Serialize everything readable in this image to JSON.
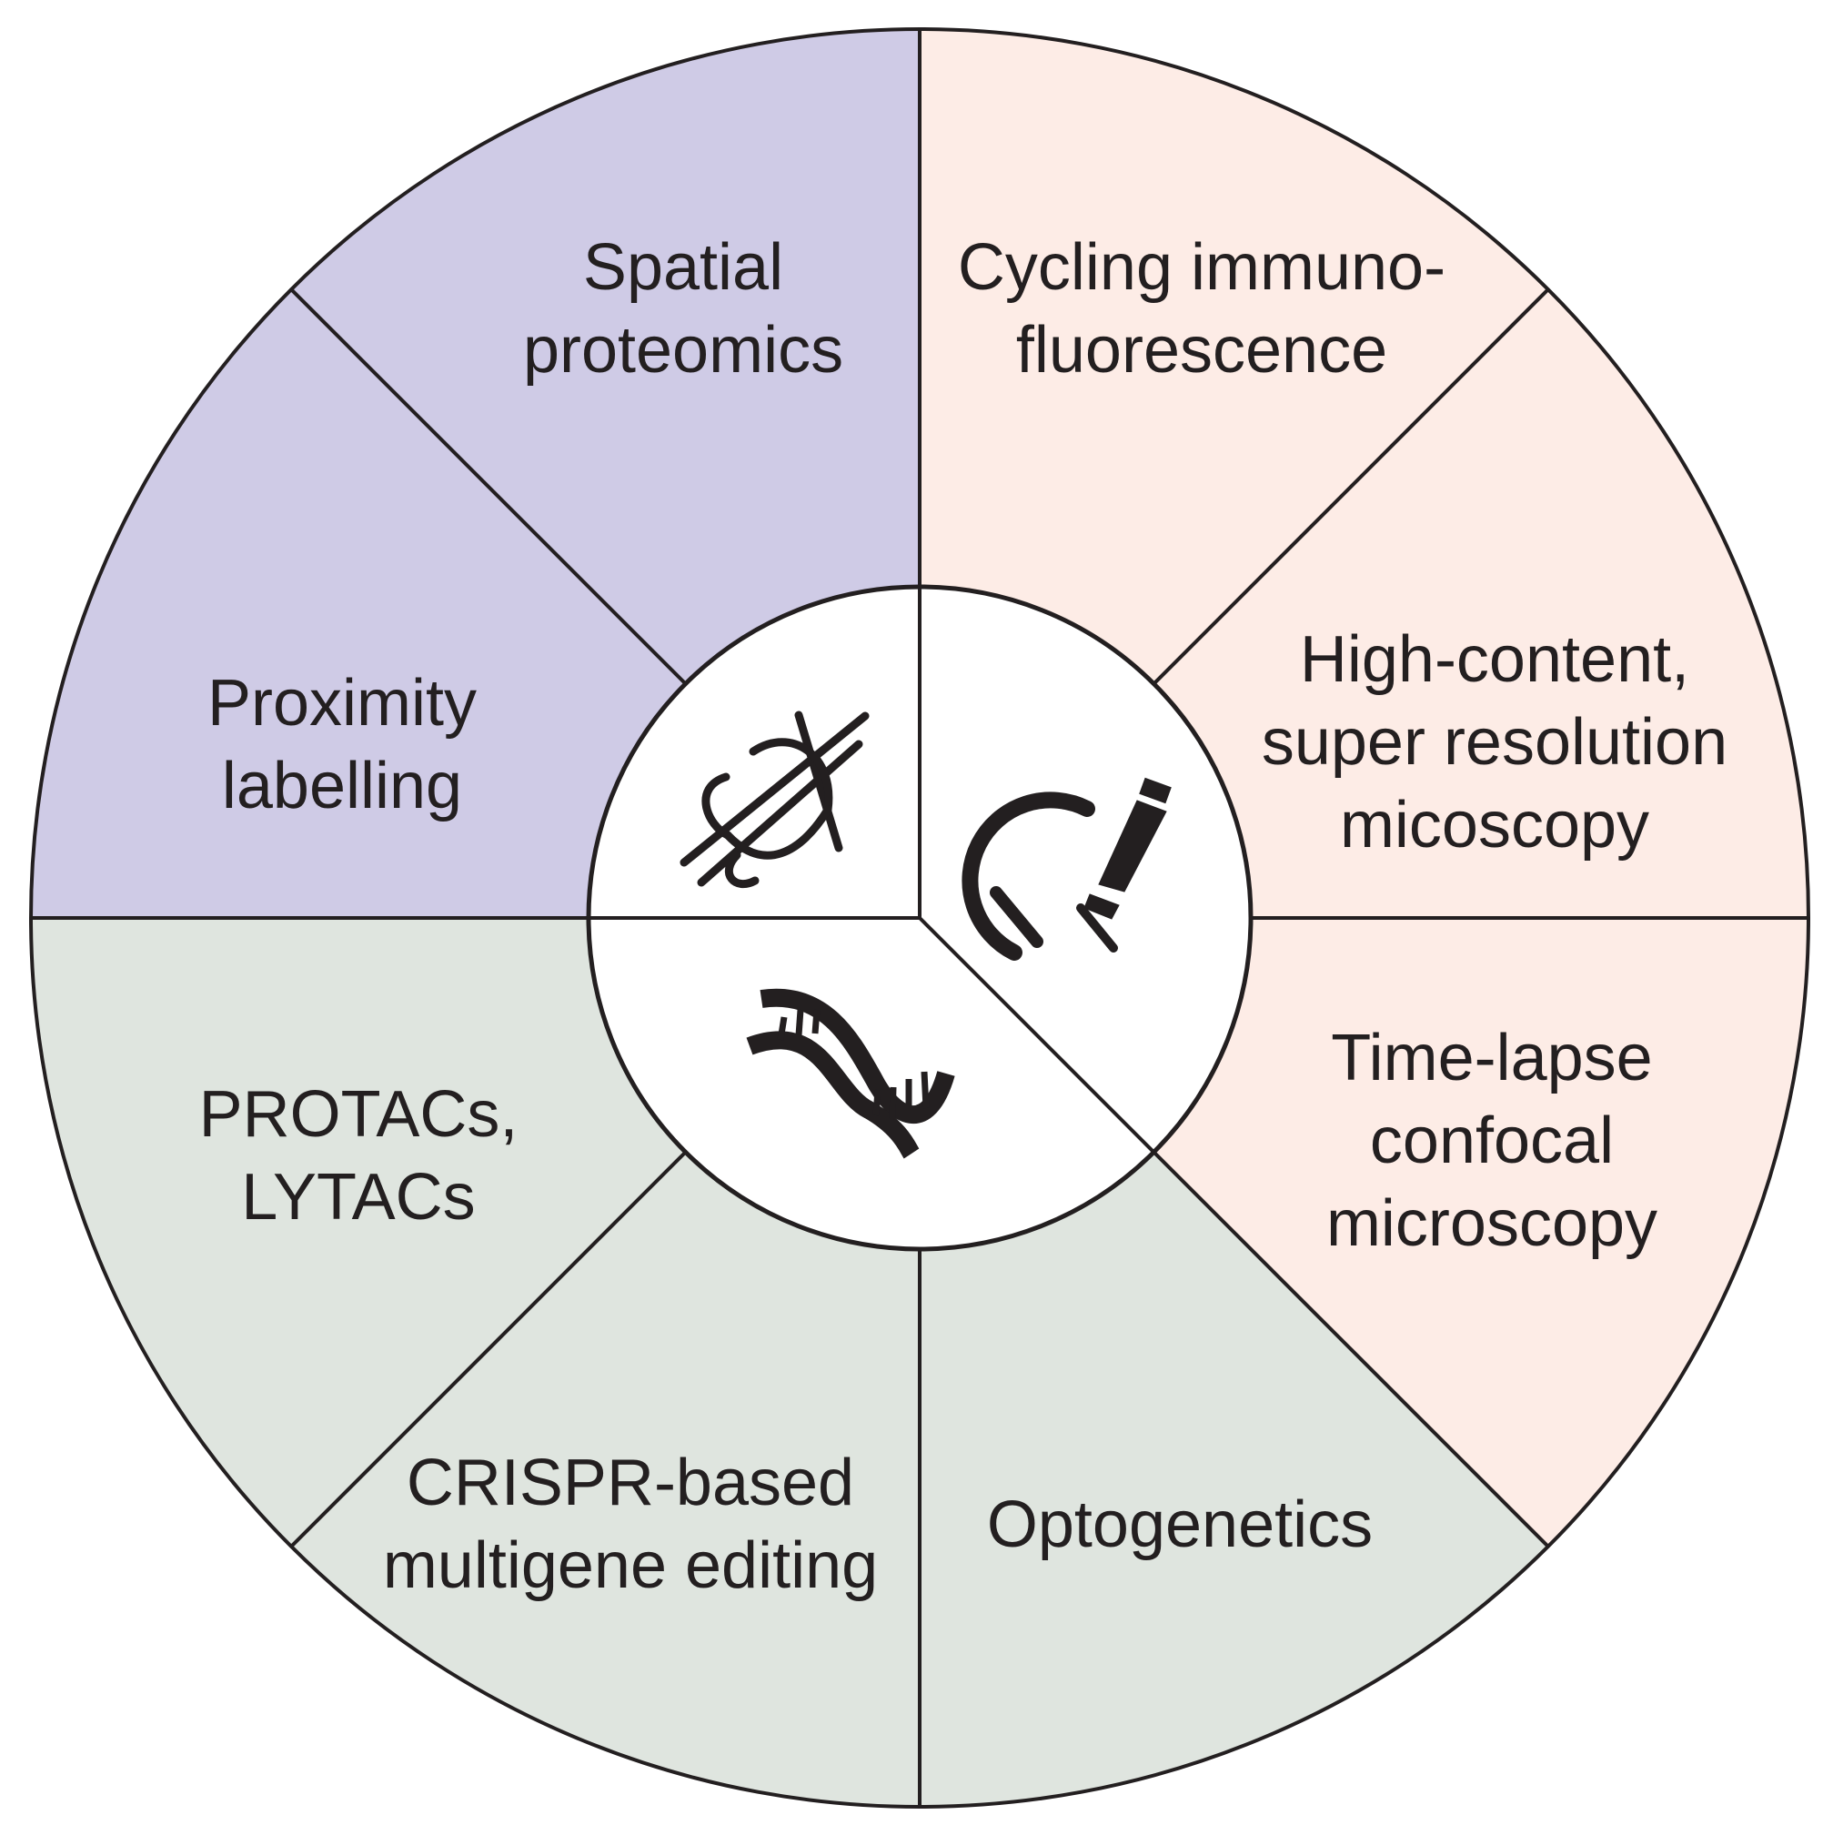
{
  "colors": {
    "purple": "#cfcbe6",
    "peach": "#fdece6",
    "green": "#dfe5df",
    "line": "#231f20",
    "center": "#ffffff"
  },
  "segments": [
    {
      "id": "spatial-proteomics",
      "group": "purple",
      "lines": [
        "Spatial",
        "proteomics"
      ]
    },
    {
      "id": "proximity-labelling",
      "group": "purple",
      "lines": [
        "Proximity",
        "labelling"
      ]
    },
    {
      "id": "cycling-immunofluorescence",
      "group": "peach",
      "lines": [
        "Cycling immuno-",
        "fluorescence"
      ]
    },
    {
      "id": "high-content-microscopy",
      "group": "peach",
      "lines": [
        "High-content,",
        "super resolution",
        "micoscopy"
      ]
    },
    {
      "id": "time-lapse-confocal",
      "group": "peach",
      "lines": [
        "Time-lapse",
        "confocal",
        "microscopy"
      ]
    },
    {
      "id": "protacs-lytacs",
      "group": "green",
      "lines": [
        "PROTACs,",
        "LYTACs"
      ]
    },
    {
      "id": "crispr-multigene-editing",
      "group": "green",
      "lines": [
        "CRISPR-based",
        "multigene editing"
      ]
    },
    {
      "id": "optogenetics",
      "group": "green",
      "lines": [
        "Optogenetics"
      ]
    }
  ],
  "center_icons": [
    {
      "name": "protein-icon"
    },
    {
      "name": "microscope-icon"
    },
    {
      "name": "dna-icon"
    }
  ]
}
